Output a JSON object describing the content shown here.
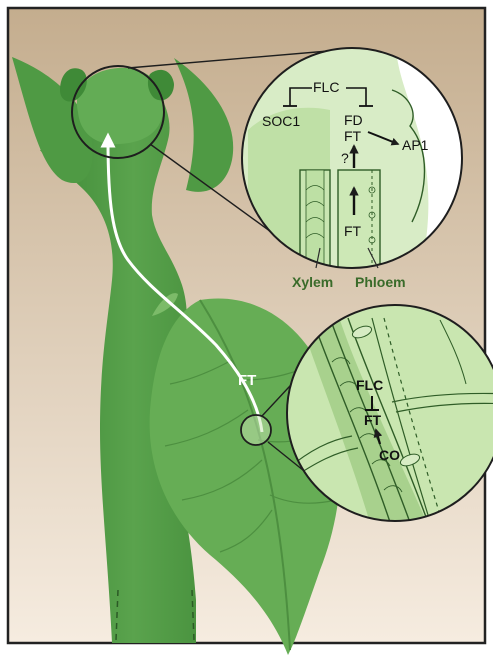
{
  "colors": {
    "background_top": "#c4ad8e",
    "background_bottom": "#f6ece0",
    "plant_dark": "#4f9a44",
    "plant_mid": "#66ad55",
    "plant_light": "#a9d38f",
    "zoom_fill": "#cfe8b8",
    "outline": "#2b2b2b",
    "signal_path": "#ffffff",
    "label_dark": "#3a6b2a"
  },
  "stem_signal_label": "FT",
  "top_inset": {
    "genes": {
      "flc": "FLC",
      "soc1": "SOC1",
      "fd": "FD",
      "ft_upper": "FT",
      "ap1": "AP1",
      "question": "?",
      "ft_lower": "FT"
    },
    "tissue_labels": {
      "xylem": "Xylem",
      "phloem": "Phloem"
    }
  },
  "leaf_inset": {
    "genes": {
      "flc": "FLC",
      "ft": "FT",
      "co": "CO"
    }
  },
  "icons": [
    "activation-arrow-icon",
    "inhibition-bar-icon",
    "magnifier-circle-icon"
  ]
}
